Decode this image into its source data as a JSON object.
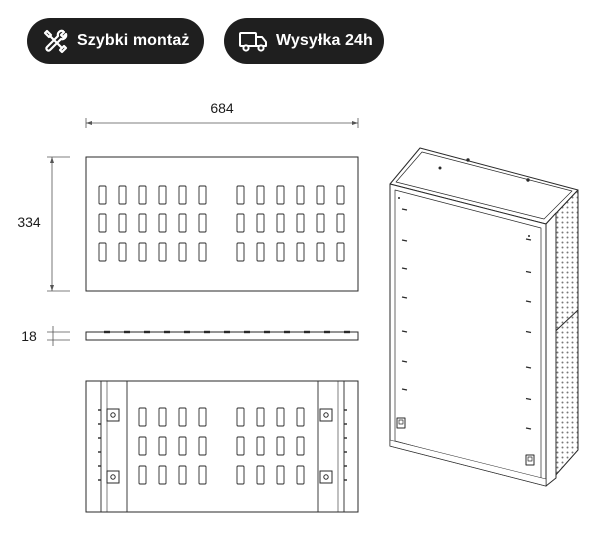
{
  "badges": {
    "assembly": {
      "label": "Szybki montaż",
      "icon": "tools-icon"
    },
    "shipping": {
      "label": "Wysyłka 24h",
      "icon": "delivery-truck-icon"
    }
  },
  "dimensions": {
    "width": "684",
    "height": "334",
    "thickness": "18"
  },
  "colors": {
    "badge_bg": "#1f1f1f",
    "badge_text": "#ffffff",
    "line": "#2a2a2a",
    "dim_line": "#555555"
  }
}
